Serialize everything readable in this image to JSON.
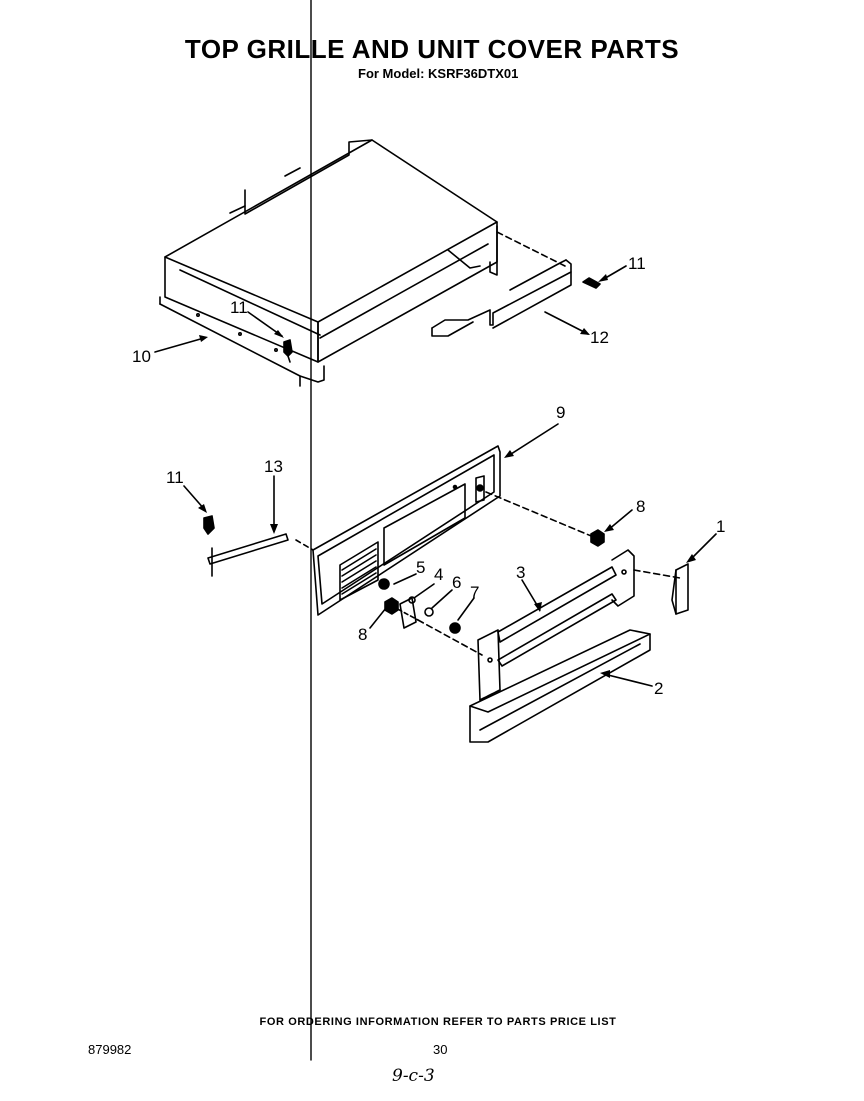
{
  "header": {
    "title": "TOP GRILLE AND UNIT COVER PARTS",
    "model": "For Model: KSRF36DTX01"
  },
  "callouts": [
    "11",
    "12",
    "10",
    "11",
    "9",
    "11",
    "13",
    "8",
    "1",
    "5",
    "4",
    "6",
    "7",
    "3",
    "8",
    "2"
  ],
  "footer": {
    "ordering": "FOR ORDERING INFORMATION REFER TO PARTS PRICE LIST",
    "doc_number": "879982",
    "page_number": "30",
    "handwritten": "9-c-3"
  }
}
